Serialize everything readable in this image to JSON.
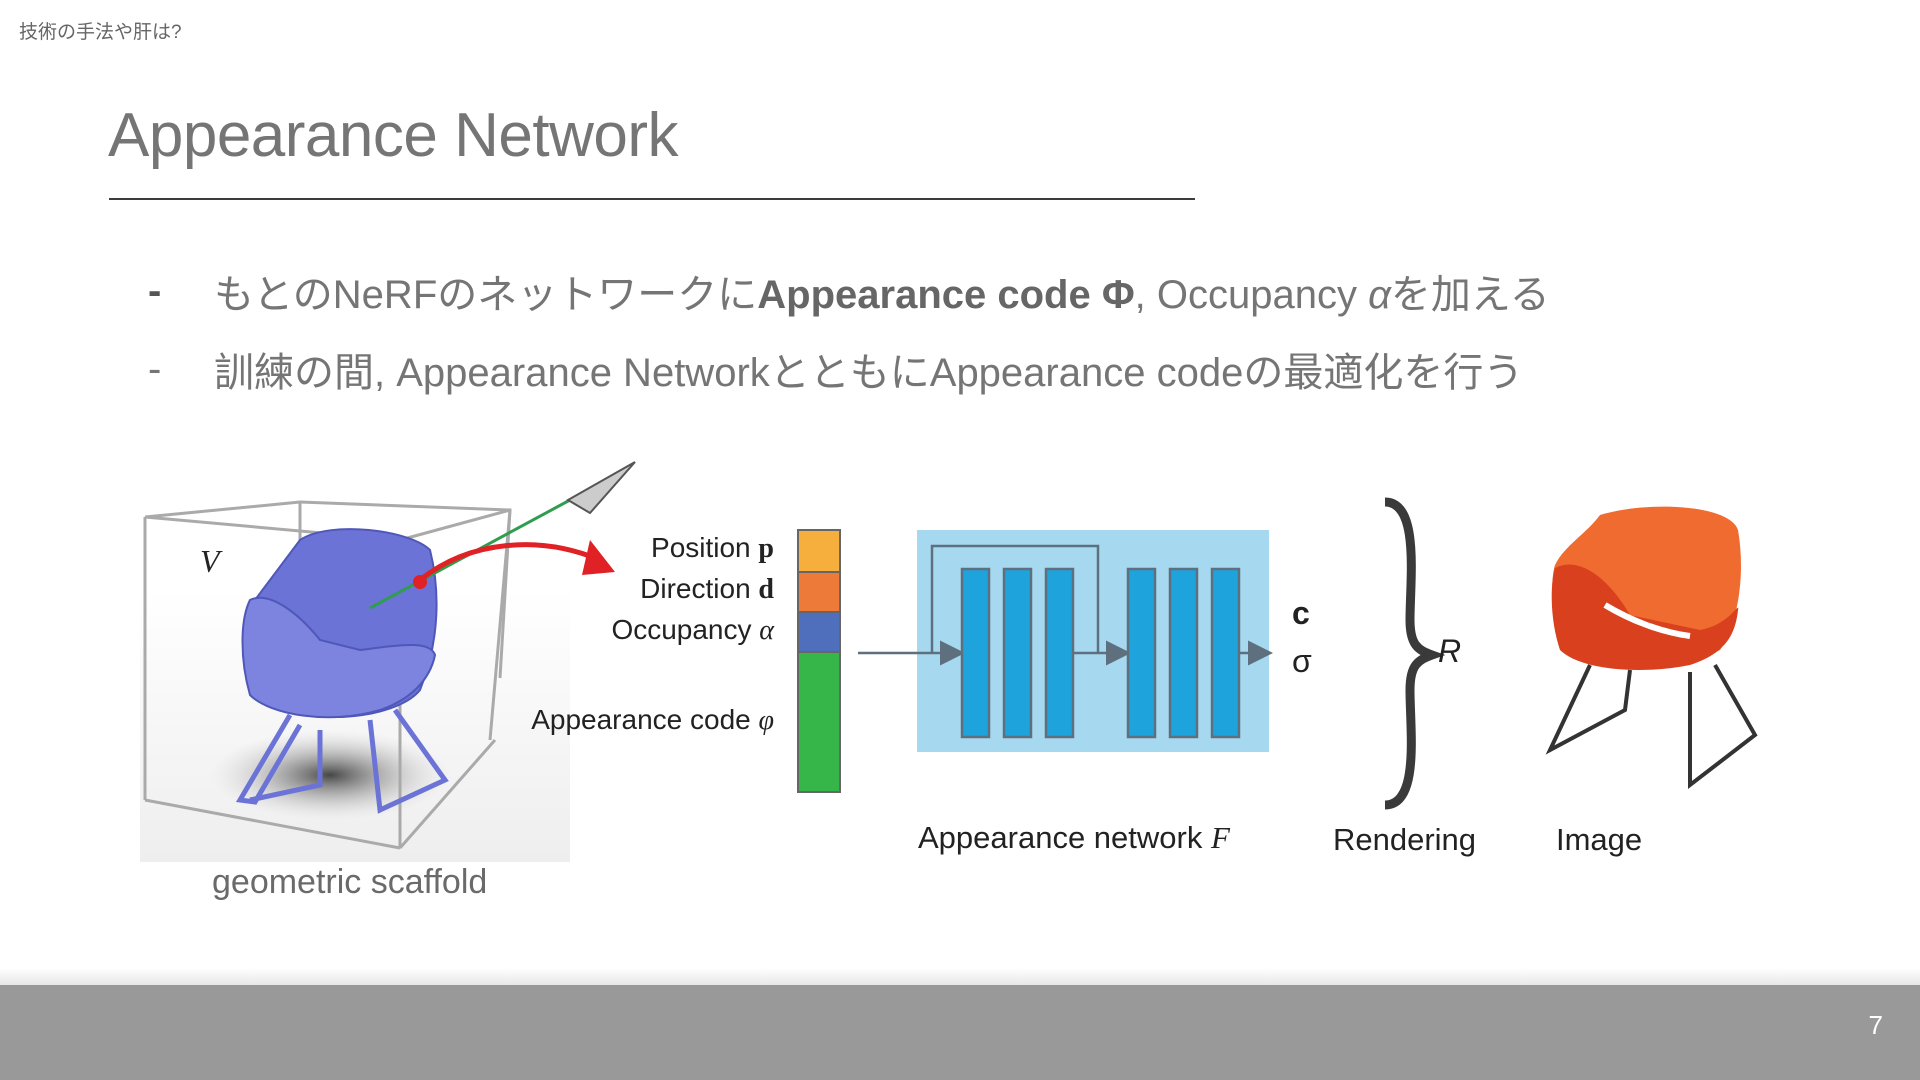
{
  "header": {
    "section_label": "技術の手法や肝は?",
    "title": "Appearance Network"
  },
  "bullets": [
    {
      "marker": "-",
      "parts": {
        "prefix": "もとのNeRFのネットワークに",
        "bold": "Appearance code Φ",
        "middle": ", Occupancy ",
        "italic": "α",
        "suffix": "を加える"
      }
    },
    {
      "marker": "-",
      "text": "訓練の間, Appearance NetworkとともにAppearance codeの最適化を行う"
    }
  ],
  "figure": {
    "volume_label": "V",
    "inputs": [
      {
        "label": "Position ",
        "symbol": "p",
        "color": "#f6ae3c"
      },
      {
        "label": "Direction ",
        "symbol": "d",
        "color": "#ee7a3a"
      },
      {
        "label": "Occupancy ",
        "symbol": "α",
        "color": "#4f6fbd"
      },
      {
        "label": "Appearance code ",
        "symbol": "φ",
        "color": "#36b548"
      }
    ],
    "outputs": [
      "c",
      "σ"
    ],
    "rendering_symbol": "R",
    "network_label": "Appearance network ",
    "network_symbol": "F",
    "rendering_label": "Rendering",
    "image_label": "Image",
    "caption": "geometric scaffold",
    "colors": {
      "network_bg": "#a6d9f0",
      "layer_fill": "#1fa3dd",
      "scaffold_chair": "#6b73d6",
      "rendered_chair": "#e8532a",
      "ray_red": "#e02126",
      "ray_green": "#2e9e4e"
    }
  },
  "footer": {
    "page_number": "7"
  }
}
